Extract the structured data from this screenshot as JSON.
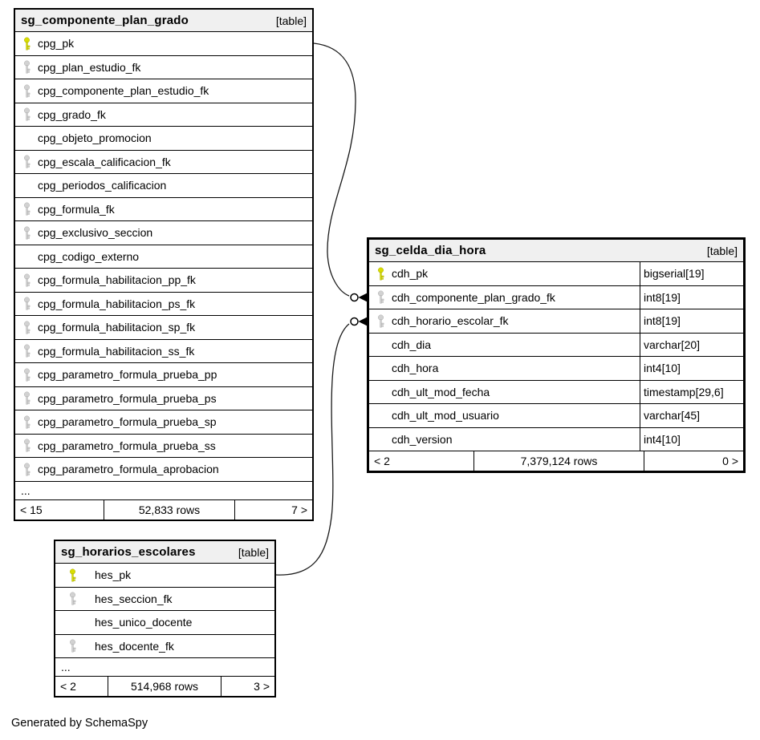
{
  "colors": {
    "pk-key": "#d9dd00",
    "pk-key-stroke": "#a8ab00",
    "fk-key": "#d2d2d2",
    "fk-key-stroke": "#ababab",
    "header-bg": "#f0f0f0"
  },
  "footer_note": "Generated by SchemaSpy",
  "tables": [
    {
      "name": "sg_componente_plan_grado",
      "badge": "[table]",
      "columns": [
        {
          "name": "cpg_pk",
          "key": "pk"
        },
        {
          "name": "cpg_plan_estudio_fk",
          "key": "fk"
        },
        {
          "name": "cpg_componente_plan_estudio_fk",
          "key": "fk"
        },
        {
          "name": "cpg_grado_fk",
          "key": "fk"
        },
        {
          "name": "cpg_objeto_promocion",
          "key": null
        },
        {
          "name": "cpg_escala_calificacion_fk",
          "key": "fk"
        },
        {
          "name": "cpg_periodos_calificacion",
          "key": null
        },
        {
          "name": "cpg_formula_fk",
          "key": "fk"
        },
        {
          "name": "cpg_exclusivo_seccion",
          "key": "fk"
        },
        {
          "name": "cpg_codigo_externo",
          "key": null
        },
        {
          "name": "cpg_formula_habilitacion_pp_fk",
          "key": "fk"
        },
        {
          "name": "cpg_formula_habilitacion_ps_fk",
          "key": "fk"
        },
        {
          "name": "cpg_formula_habilitacion_sp_fk",
          "key": "fk"
        },
        {
          "name": "cpg_formula_habilitacion_ss_fk",
          "key": "fk"
        },
        {
          "name": "cpg_parametro_formula_prueba_pp",
          "key": "fk"
        },
        {
          "name": "cpg_parametro_formula_prueba_ps",
          "key": "fk"
        },
        {
          "name": "cpg_parametro_formula_prueba_sp",
          "key": "fk"
        },
        {
          "name": "cpg_parametro_formula_prueba_ss",
          "key": "fk"
        },
        {
          "name": "cpg_parametro_formula_aprobacion",
          "key": "fk"
        }
      ],
      "ellipsis": "...",
      "footer": {
        "left": "< 15",
        "center": "52,833 rows",
        "right": "7 >"
      }
    },
    {
      "name": "sg_celda_dia_hora",
      "badge": "[table]",
      "columns": [
        {
          "name": "cdh_pk",
          "type": "bigserial[19]",
          "key": "pk"
        },
        {
          "name": "cdh_componente_plan_grado_fk",
          "type": "int8[19]",
          "key": "fk"
        },
        {
          "name": "cdh_horario_escolar_fk",
          "type": "int8[19]",
          "key": "fk"
        },
        {
          "name": "cdh_dia",
          "type": "varchar[20]",
          "key": null
        },
        {
          "name": "cdh_hora",
          "type": "int4[10]",
          "key": null
        },
        {
          "name": "cdh_ult_mod_fecha",
          "type": "timestamp[29,6]",
          "key": null
        },
        {
          "name": "cdh_ult_mod_usuario",
          "type": "varchar[45]",
          "key": null
        },
        {
          "name": "cdh_version",
          "type": "int4[10]",
          "key": null
        }
      ],
      "footer": {
        "left": "< 2",
        "center": "7,379,124 rows",
        "right": "0 >"
      }
    },
    {
      "name": "sg_horarios_escolares",
      "badge": "[table]",
      "columns": [
        {
          "name": "hes_pk",
          "key": "pk"
        },
        {
          "name": "hes_seccion_fk",
          "key": "fk"
        },
        {
          "name": "hes_unico_docente",
          "key": null
        },
        {
          "name": "hes_docente_fk",
          "key": "fk"
        }
      ],
      "ellipsis": "...",
      "footer": {
        "left": "< 2",
        "center": "514,968 rows",
        "right": "3 >"
      }
    }
  ],
  "relationships": [
    {
      "from_table": "sg_componente_plan_grado",
      "from_column": "cpg_pk",
      "to_table": "sg_celda_dia_hora",
      "to_column": "cdh_componente_plan_grado_fk"
    },
    {
      "from_table": "sg_horarios_escolares",
      "from_column": "hes_pk",
      "to_table": "sg_celda_dia_hora",
      "to_column": "cdh_horario_escolar_fk"
    }
  ]
}
